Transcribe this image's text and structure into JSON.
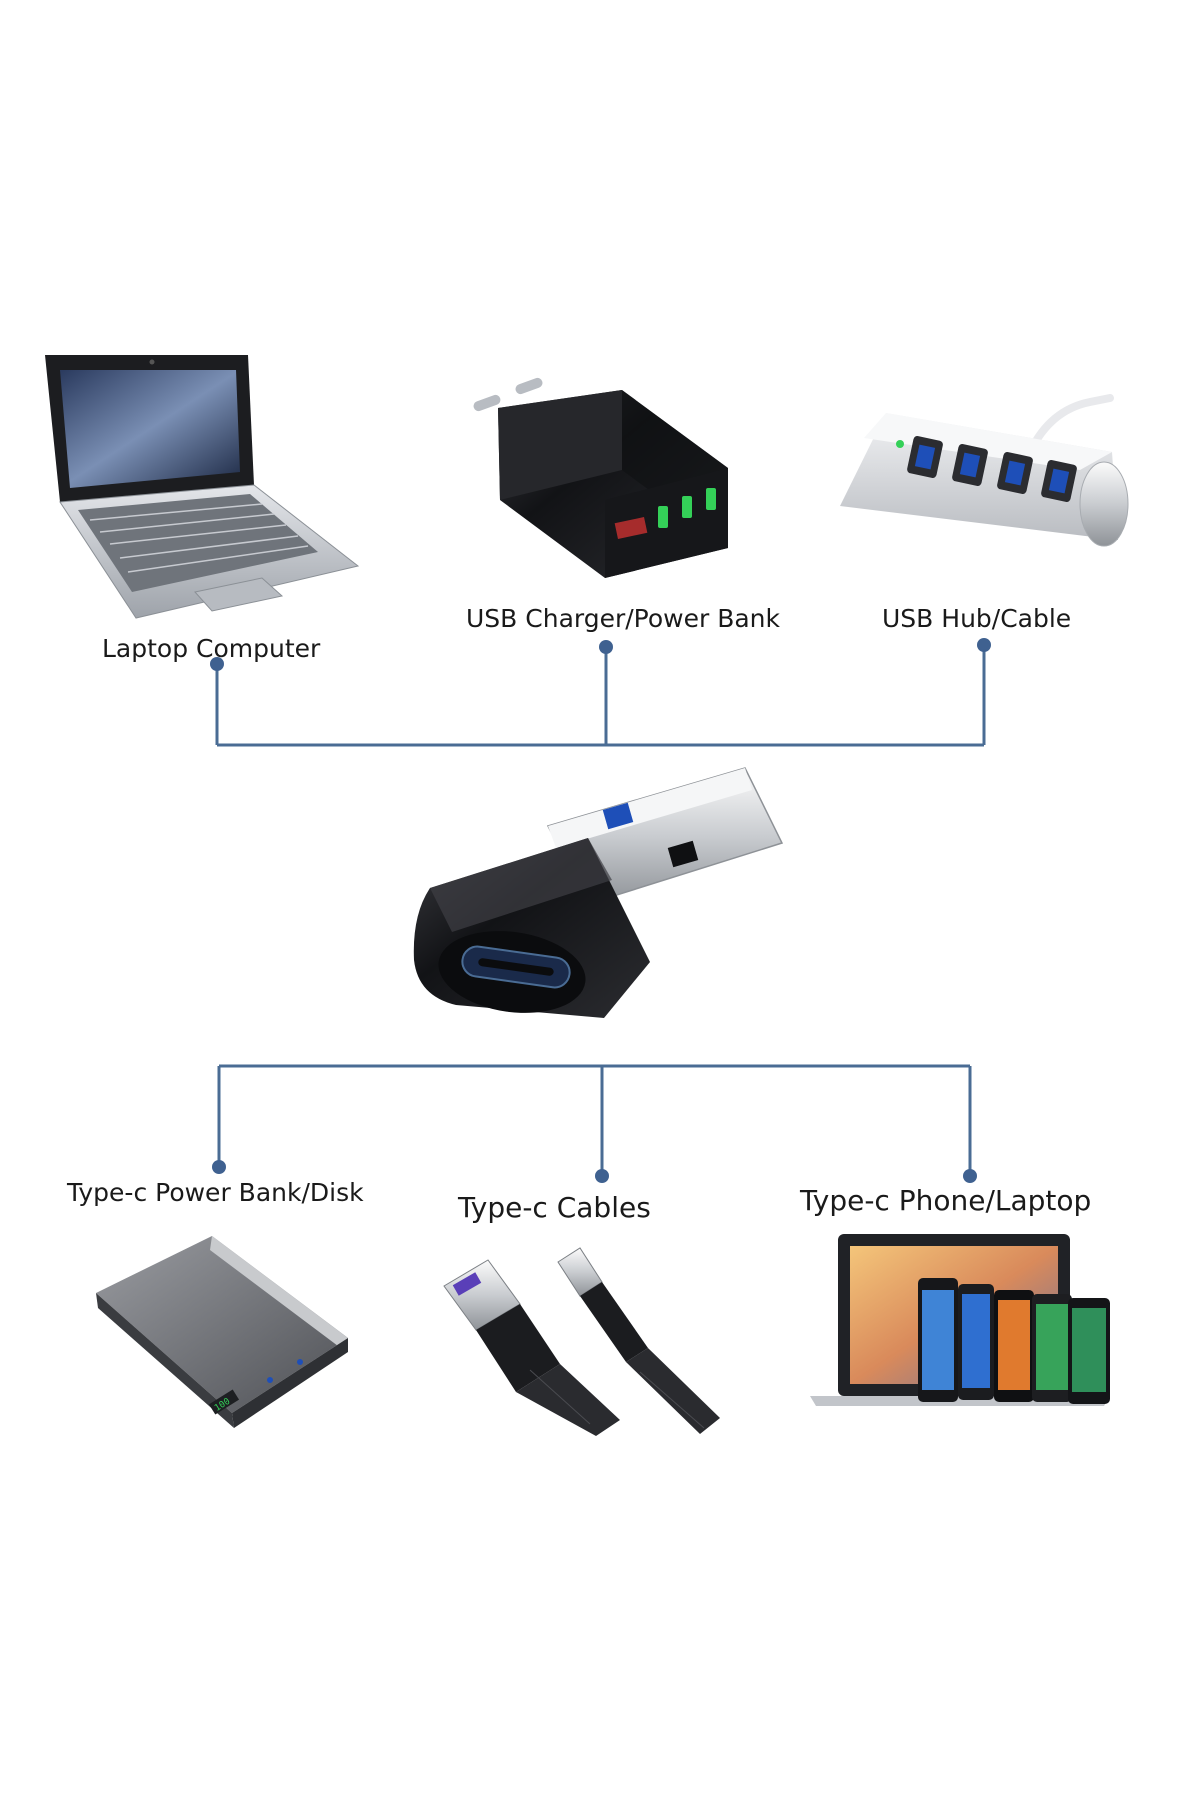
{
  "top_devices": [
    {
      "label": "Laptop Computer",
      "icon": "laptop-icon"
    },
    {
      "label": "USB Charger/Power Bank",
      "icon": "wall-charger-icon"
    },
    {
      "label": "USB Hub/Cable",
      "icon": "usb-hub-icon"
    }
  ],
  "bottom_devices": [
    {
      "label": "Type-c Power Bank/Disk",
      "icon": "power-bank-icon"
    },
    {
      "label": "Type-c Cables",
      "icon": "type-c-cable-icon"
    },
    {
      "label": "Type-c Phone/Laptop",
      "icon": "phone-laptop-icon"
    }
  ],
  "center_device": {
    "icon": "usb-a-to-type-c-adapter-icon"
  },
  "power_bank_display": "100",
  "colors": {
    "connector_line": "#4a6c94",
    "connector_dot": "#3f6190",
    "adapter_body": "#1b1c1f",
    "usb_port_blue": "#1e4fb8",
    "hub_silver": "#d6d9dd",
    "charger_led": "#34d058"
  }
}
